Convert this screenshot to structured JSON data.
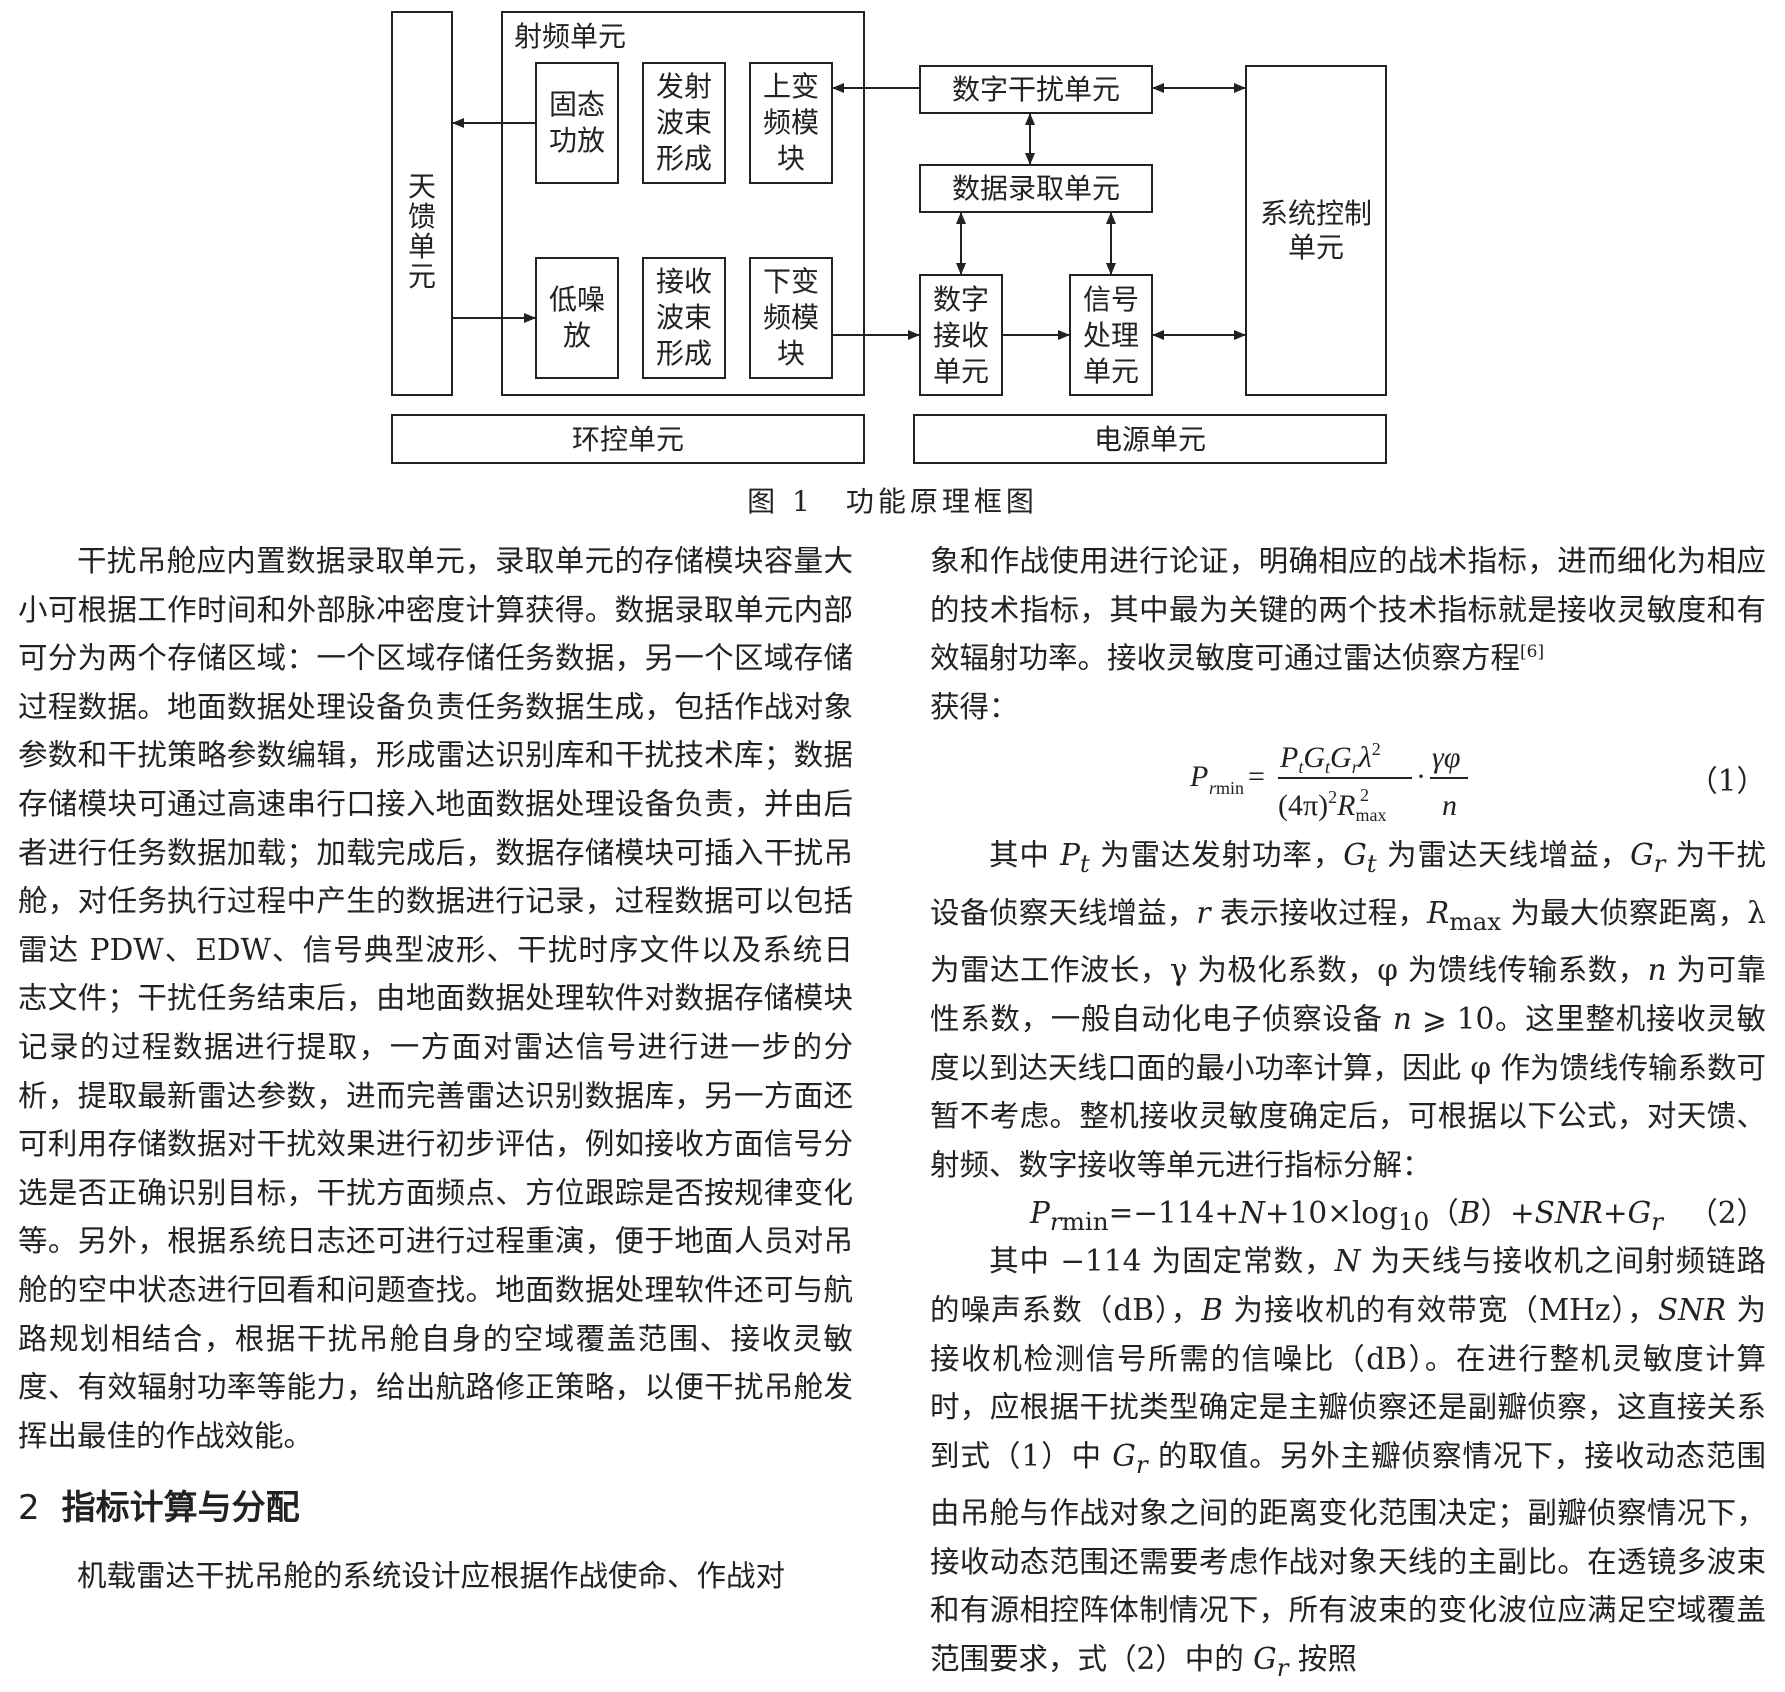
{
  "diagram": {
    "antenna": [
      "天",
      "馈",
      "单",
      "元"
    ],
    "rf_title": "射频单元",
    "ssa": [
      "固态",
      "功放"
    ],
    "tx_beam": [
      "发射",
      "波束",
      "形成"
    ],
    "upconv": [
      "上变",
      "频模",
      "块"
    ],
    "lna": [
      "低噪",
      "放"
    ],
    "rx_beam": [
      "接收",
      "波束",
      "形成"
    ],
    "downconv": [
      "下变",
      "频模",
      "块"
    ],
    "digital_jam": "数字干扰单元",
    "data_record": "数据录取单元",
    "digital_rx": [
      "数字",
      "接收",
      "单元"
    ],
    "signal_proc": [
      "信号",
      "处理",
      "单元"
    ],
    "sys_ctrl": [
      "系统控制",
      "单元"
    ],
    "env_ctrl": "环控单元",
    "power": "电源单元"
  },
  "caption": "图 1　功能原理框图",
  "left": {
    "p1": "干扰吊舱应内置数据录取单元，录取单元的存储模块容量大小可根据工作时间和外部脉冲密度计算获得。数据录取单元内部可分为两个存储区域：一个区域存储任务数据，另一个区域存储过程数据。地面数据处理设备负责任务数据生成，包括作战对象参数和干扰策略参数编辑，形成雷达识别库和干扰技术库；数据存储模块可通过高速串行口接入地面数据处理设备负责，并由后者进行任务数据加载；加载完成后，数据存储模块可插入干扰吊舱，对任务执行过程中产生的数据进行记录，过程数据可以包括雷达 PDW、EDW、信号典型波形、干扰时序文件以及系统日志文件；干扰任务结束后，由地面数据处理软件对数据存储模块记录的过程数据进行提取，一方面对雷达信号进行进一步的分析，提取最新雷达参数，进而完善雷达识别数据库，另一方面还可利用存储数据对干扰效果进行初步评估，例如接收方面信号分选是否正确识别目标，干扰方面频点、方位跟踪是否按规律变化等。另外，根据系统日志还可进行过程重演，便于地面人员对吊舱的空中状态进行回看和问题查找。地面数据处理软件还可与航路规划相结合，根据干扰吊舱自身的空域覆盖范围、接收灵敏度、有效辐射功率等能力，给出航路修正策略，以便干扰吊舱发挥出最佳的作战效能。",
    "heading_num": "2",
    "heading": "指标计算与分配",
    "p2": "机载雷达干扰吊舱的系统设计应根据作战使命、作战对"
  },
  "right": {
    "p1a": "象和作战使用进行论证，明确相应的战术指标，进而细化为相应的技术指标，其中最为关键的两个技术指标就是接收灵敏度和有效辐射功率。接收灵敏度可通过雷达侦察方程",
    "ref": "[6]",
    "p1b": "获得：",
    "eq1_num": "（1）",
    "p2_1": "其中 ",
    "p2_2": " 为雷达发射功率，",
    "p2_3": " 为雷达天线增益，",
    "p2_4": " 为干扰设备侦察天线增益，",
    "p2_5": " 表示接收过程，",
    "p2_6": " 为最大侦察距离，λ 为雷达工作波长，γ 为极化系数，φ 为馈线传输系数，",
    "p2_7": " 为可靠性系数，一般自动化电子侦察设备 ",
    "p2_8": " ⩾ 10。这里整机接收灵敏度以到达天线口面的最小功率计算，因此 φ 作为馈线传输系数可暂不考虑。整机接收灵敏度确定后，可根据以下公式，对天馈、射频、数字接收等单元进行指标分解：",
    "eq2_mid": "=−114+",
    "eq2_mid2": "+10×log",
    "eq2_sub": "10",
    "eq2_paren": "（",
    "eq2_paren2": "）+",
    "eq2_snr": "SNR",
    "eq2_plus": "+",
    "eq2_num": "（2）",
    "p3_1": "其中 −114 为固定常数，",
    "p3_2": " 为天线与接收机之间射频链路的噪声系数（dB），",
    "p3_3": " 为接收机的有效带宽（MHz），",
    "p3_4": " 为接收机检测信号所需的信噪比（dB）。在进行整机灵敏度计算时，应根据干扰类型确定是主瓣侦察还是副瓣侦察，这直接关系到式（1）中 ",
    "p3_5": " 的取值。另外主瓣侦察情况下，接收动态范围由吊舱与作战对象之间的距离变化范围决定；副瓣侦察情况下，接收动态范围还需要考虑作战对象天线的主副比。在透镜多波束和有源相控阵体制情况下，所有波束的变化波位应满足空域覆盖范围要求，式（2）中的 ",
    "p3_6": " 按照"
  }
}
